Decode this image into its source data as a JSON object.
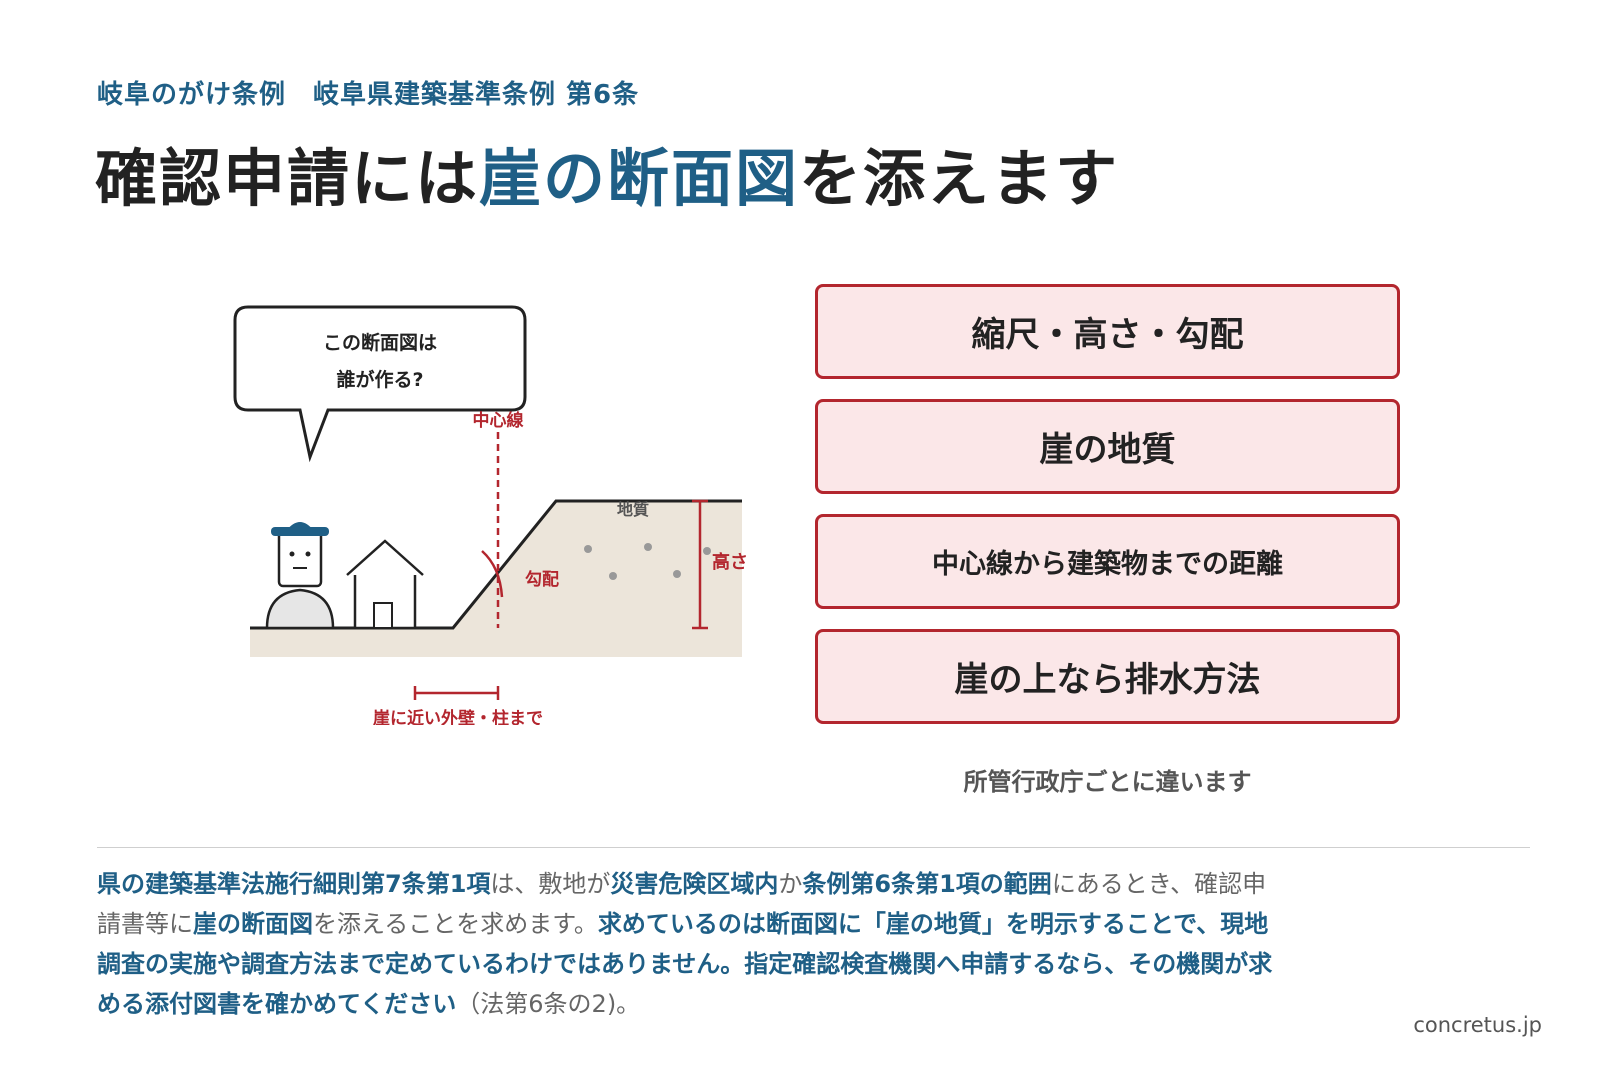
{
  "header": {
    "subtitle": "岐阜のがけ条例　岐阜県建築基準条例 第6条",
    "title_part1": "確認申請には",
    "title_accent": "崖の断面図",
    "title_part2": "を添えます"
  },
  "diagram": {
    "bubble_line1": "この断面図は",
    "bubble_line2": "誰が作る?",
    "centerline_label": "中心線",
    "geology_label": "地質",
    "height_label": "高さ",
    "slope_label": "勾配",
    "distance_label": "崖に近い外壁・柱まで"
  },
  "requirements": {
    "items": [
      "縮尺・高さ・勾配",
      "崖の地質",
      "中心線から建築物までの距離",
      "崖の上なら排水方法"
    ],
    "note": "所管行政庁ごとに違います"
  },
  "body": {
    "s1": "県の建築基準法施行細則第7条第1項",
    "s2": "は、敷地が",
    "s3": "災害危険区域内",
    "s4": "か",
    "s5": "条例第6条第1項の範囲",
    "s6": "にあるとき、確認申請書等に",
    "s7": "崖の断面図",
    "s8": "を添えることを求めます。",
    "s9": "求めているのは断面図に「崖の地質」を明示することで、現地調査の実施や調査方法まで定めているわけではありません。指定確認検査機関へ申請するなら、その機関が求める添付図書を確かめてください",
    "s10": "（法第6条の2)。"
  },
  "footer": {
    "credit": "concretus.jp"
  },
  "colors": {
    "accent_blue": "#1f5f86",
    "accent_red": "#b3262e",
    "box_fill": "#fbe7e8",
    "ground_fill": "#ece5da"
  }
}
